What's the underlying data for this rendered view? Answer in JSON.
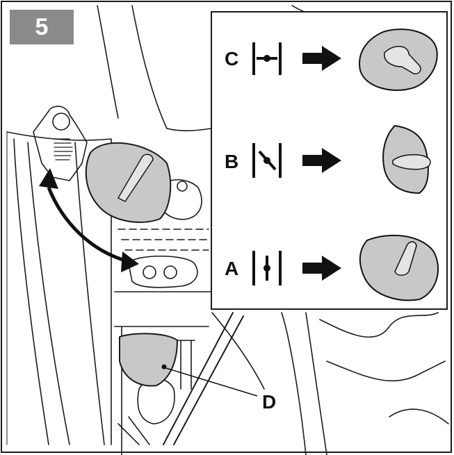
{
  "step": {
    "number": "5"
  },
  "inset": {
    "rows": [
      {
        "label": "C",
        "symbol": "lever-horizontal-icon"
      },
      {
        "label": "B",
        "symbol": "lever-diagonal-icon"
      },
      {
        "label": "A",
        "symbol": "lever-vertical-icon"
      }
    ]
  },
  "callout": {
    "label": "D"
  },
  "colors": {
    "part_fill": "#c8c8c8",
    "badge": "#8a8a8a",
    "line": "#1a1a1a"
  }
}
